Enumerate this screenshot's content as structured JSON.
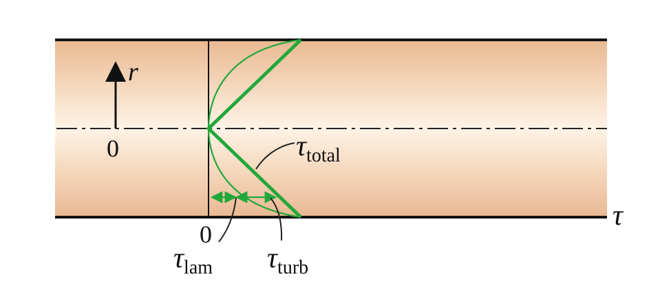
{
  "labels": {
    "r_axis": "r",
    "origin_r": "0",
    "origin_tau": "0",
    "tau_axis": "τ",
    "tau_total": {
      "sym": "τ",
      "sub": "total"
    },
    "tau_lam": {
      "sym": "τ",
      "sub": "lam"
    },
    "tau_turb": {
      "sym": "τ",
      "sub": "turb"
    }
  },
  "colors": {
    "pipe_edge": "#e8b890",
    "pipe_center": "#fff2e4",
    "pipe_wall": "#141414",
    "shear_line": "#22a83a",
    "ink": "#111111"
  }
}
